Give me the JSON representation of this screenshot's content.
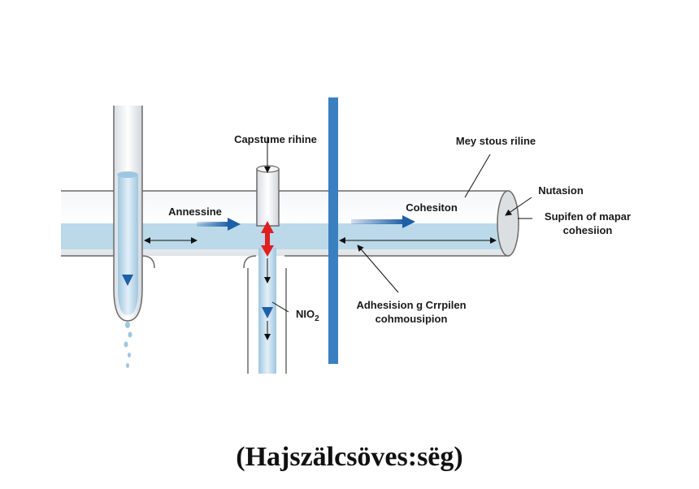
{
  "diagram": {
    "title": "(Hajszälcsöves:sëg)",
    "labels": {
      "capstume": "Capstume rihine",
      "mey_stous": "Mey stous riline",
      "nutasion": "Nutasion",
      "supifen_line1": "Supifen of  mapar",
      "supifen_line2": "cohesiion",
      "annessine": "Annessine",
      "cohesiton": "Cohesiton",
      "adhesion_line1": "Adhesision  g Crrpilen",
      "adhesion_line2": "cohmousipion",
      "nio2": "NIO",
      "nio2_sub": "2"
    },
    "colors": {
      "water": "#bcd9ea",
      "flow_arrow": "#1f5fa8",
      "pressure_arrow": "#e02020",
      "divider": "#3a7fc0",
      "pipe_outline": "#6a6a6a"
    }
  }
}
